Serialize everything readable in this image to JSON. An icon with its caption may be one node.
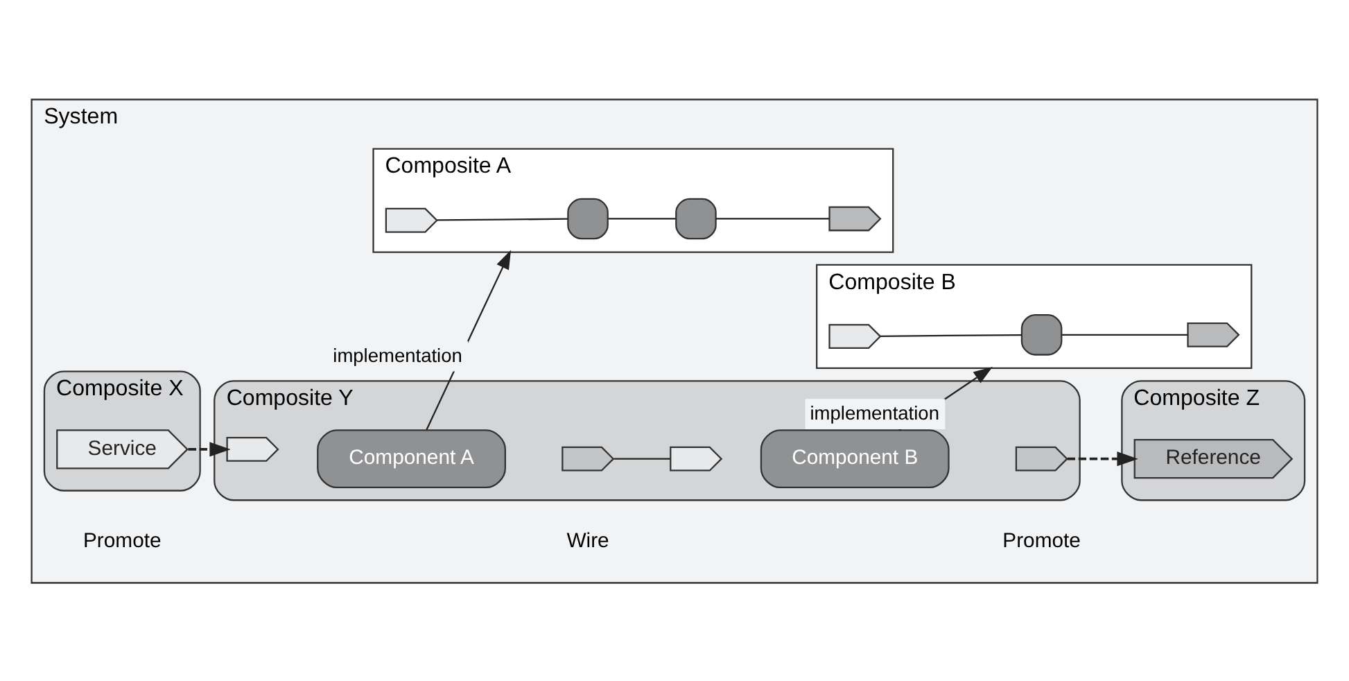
{
  "diagram": {
    "nodes": [
      {
        "text": [
          "System"
        ]
      },
      {
        "text": [
          "Composite X"
        ],
        "in": 0
      },
      {
        "text": [
          "Service"
        ],
        "in": 1
      },
      {
        "text": [
          "Composite Y"
        ],
        "in": 0
      },
      {
        "text": [],
        "shape": "chevron",
        "in": 3
      },
      {
        "text": [
          "Component A"
        ],
        "in": 3
      },
      {
        "text": [],
        "shape": "chevron",
        "in": 3
      },
      {
        "text": [],
        "shape": "chevron",
        "in": 3
      },
      {
        "text": [
          "Component B"
        ],
        "in": 3
      },
      {
        "text": [],
        "shape": "chevron",
        "in": 3
      },
      {
        "text": [
          "Composite Z"
        ],
        "in": 0
      },
      {
        "text": [
          "Reference"
        ],
        "in": 10
      },
      {
        "text": [
          "Composite A"
        ],
        "in": 0
      },
      {
        "text": [],
        "shape": "chevron",
        "in": 12
      },
      {
        "text": [],
        "shape": "box",
        "in": 12
      },
      {
        "text": [],
        "shape": "box",
        "in": 12
      },
      {
        "text": [],
        "shape": "chevron",
        "in": 12
      },
      {
        "text": [
          "Composite B"
        ],
        "in": 0
      },
      {
        "text": [],
        "shape": "chevron",
        "in": 17
      },
      {
        "text": [],
        "shape": "box",
        "in": 17
      },
      {
        "text": [],
        "shape": "chevron",
        "in": 17
      }
    ],
    "edges": [
      {
        "from": 2,
        "to": 4,
        "arrow": "to",
        "style": "dashed"
      },
      {
        "from": 6,
        "to": 7,
        "arrow": "none"
      },
      {
        "from": 9,
        "to": 11,
        "arrow": "to",
        "style": "dashed"
      },
      {
        "from": 5,
        "to": 12,
        "arrow": "to",
        "label": "implementation"
      },
      {
        "from": 8,
        "to": 17,
        "arrow": "to",
        "label": "implementation"
      },
      {
        "from": 13,
        "to": 14,
        "arrow": "none"
      },
      {
        "from": 14,
        "to": 15,
        "arrow": "none"
      },
      {
        "from": 15,
        "to": 16,
        "arrow": "none"
      },
      {
        "from": 18,
        "to": 19,
        "arrow": "none"
      },
      {
        "from": 19,
        "to": 20,
        "arrow": "none"
      }
    ],
    "labels": [
      "Promote",
      "Wire",
      "Promote"
    ]
  }
}
